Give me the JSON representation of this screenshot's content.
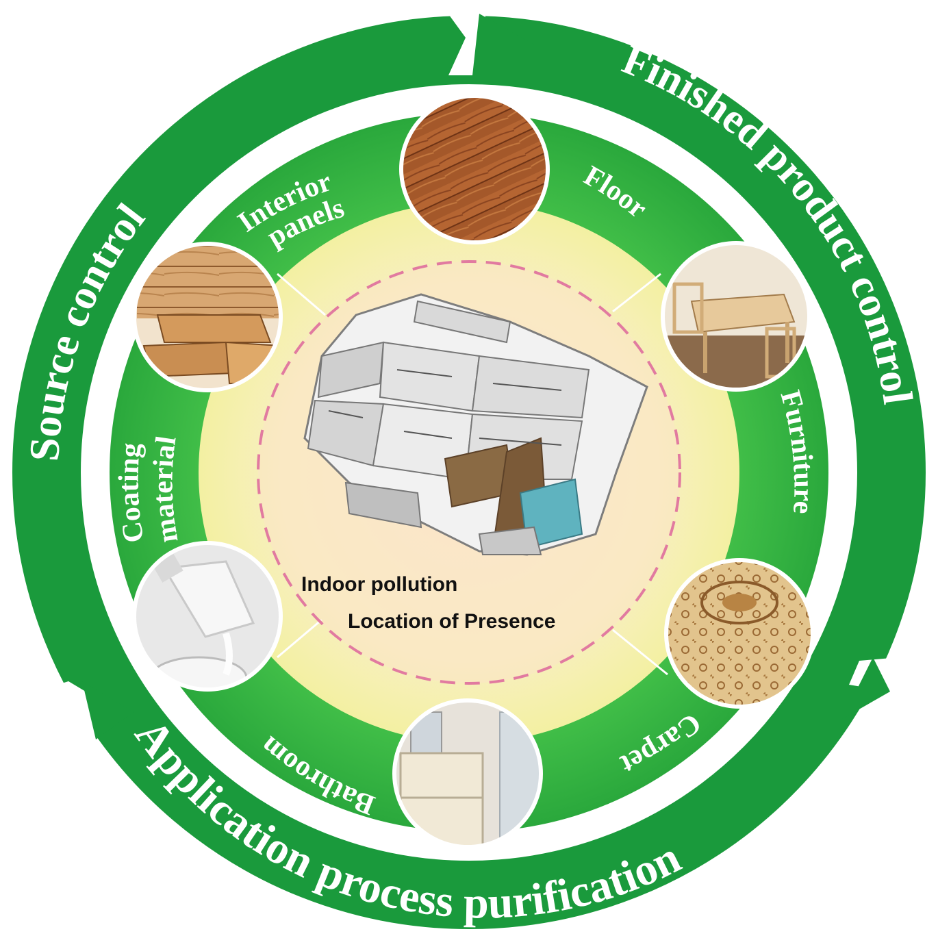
{
  "outer_ring": {
    "source_label": "Source control",
    "finished_label": "Finished product control",
    "application_label": "Application process purification"
  },
  "sources": {
    "interior_panels": [
      "Interior",
      "panels"
    ],
    "floor": "Floor",
    "furniture": "Furniture",
    "carpet": "Carpet",
    "bathroom": "Bathroom",
    "coating_material": [
      "Coating",
      "material"
    ]
  },
  "center": {
    "line1": "Indoor pollution",
    "line2": "Location of Presence"
  },
  "colors": {
    "outer_green": "#1a9a3c",
    "middle_green": "#3dbb45",
    "inner_yellow": "#f6f2ae",
    "core_peach": "#fbe3c8",
    "dash": "#e17aa0"
  }
}
